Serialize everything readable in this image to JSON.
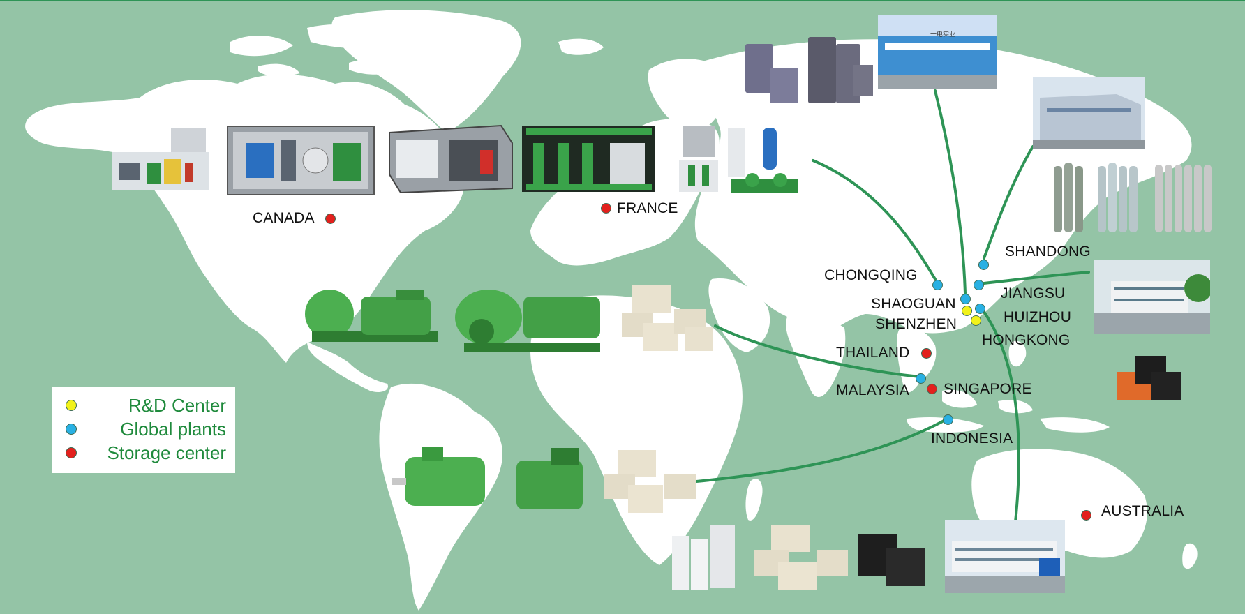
{
  "colors": {
    "ocean": "#94c4a6",
    "land": "#ffffff",
    "route": "#2e9456",
    "rnd": "#f2f21a",
    "plant": "#29b0e3",
    "storage": "#e3201d",
    "legend_text": "#1f8a3c"
  },
  "legend": {
    "rnd": "R&D Center",
    "plants": "Global plants",
    "storage": "Storage center"
  },
  "locations": {
    "canada": {
      "name": "CANADA",
      "type": "storage"
    },
    "france": {
      "name": "FRANCE",
      "type": "storage"
    },
    "chongqing": {
      "name": "CHONGQING",
      "type": "plant"
    },
    "shandong": {
      "name": "SHANDONG",
      "type": "plant"
    },
    "jiangsu": {
      "name": "JIANGSU",
      "type": "plant"
    },
    "shaoguan": {
      "name": "SHAOGUAN",
      "type": "plant"
    },
    "huizhou": {
      "name": "HUIZHOU",
      "type": "plant"
    },
    "shenzhen": {
      "name": "SHENZHEN",
      "type": "rnd"
    },
    "hongkong": {
      "name": "HONGKONG",
      "type": "rnd"
    },
    "thailand": {
      "name": "THAILAND",
      "type": "storage"
    },
    "malaysia": {
      "name": "MALAYSIA",
      "type": "plant"
    },
    "singapore": {
      "name": "SINGAPORE",
      "type": "storage"
    },
    "indonesia": {
      "name": "INDONESIA",
      "type": "plant"
    },
    "australia": {
      "name": "AUSTRALIA",
      "type": "storage"
    }
  },
  "photos": {
    "factory_top": {
      "sign": "一电实业"
    }
  }
}
